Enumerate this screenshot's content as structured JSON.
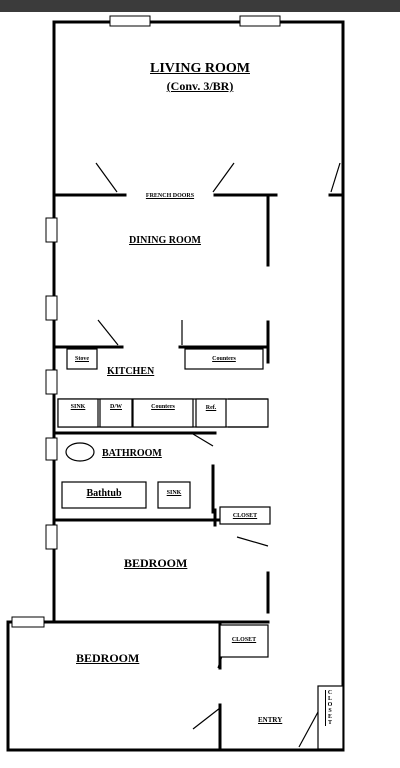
{
  "rooms": {
    "living_room": {
      "name": "LIVING ROOM",
      "note": "(Conv. 3/BR)"
    },
    "french_doors": "FRENCH DOORS",
    "dining_room": "DINING ROOM",
    "kitchen": "KITCHEN",
    "bathroom": "BATHROOM",
    "bedroom_1": "BEDROOM",
    "bedroom_2": "BEDROOM",
    "entry": "ENTRY"
  },
  "fixtures": {
    "stove": "Stove",
    "counters_upper": "Counters",
    "sink": "SINK",
    "dw": "D/W",
    "counters_lower": "Counters",
    "ref": "Ref.",
    "bathtub": "Bathtub",
    "bath_sink": "SINK"
  },
  "closets": {
    "closet_1": "CLOSET",
    "closet_2": "CLOSET",
    "closet_3": "CLOSET"
  }
}
